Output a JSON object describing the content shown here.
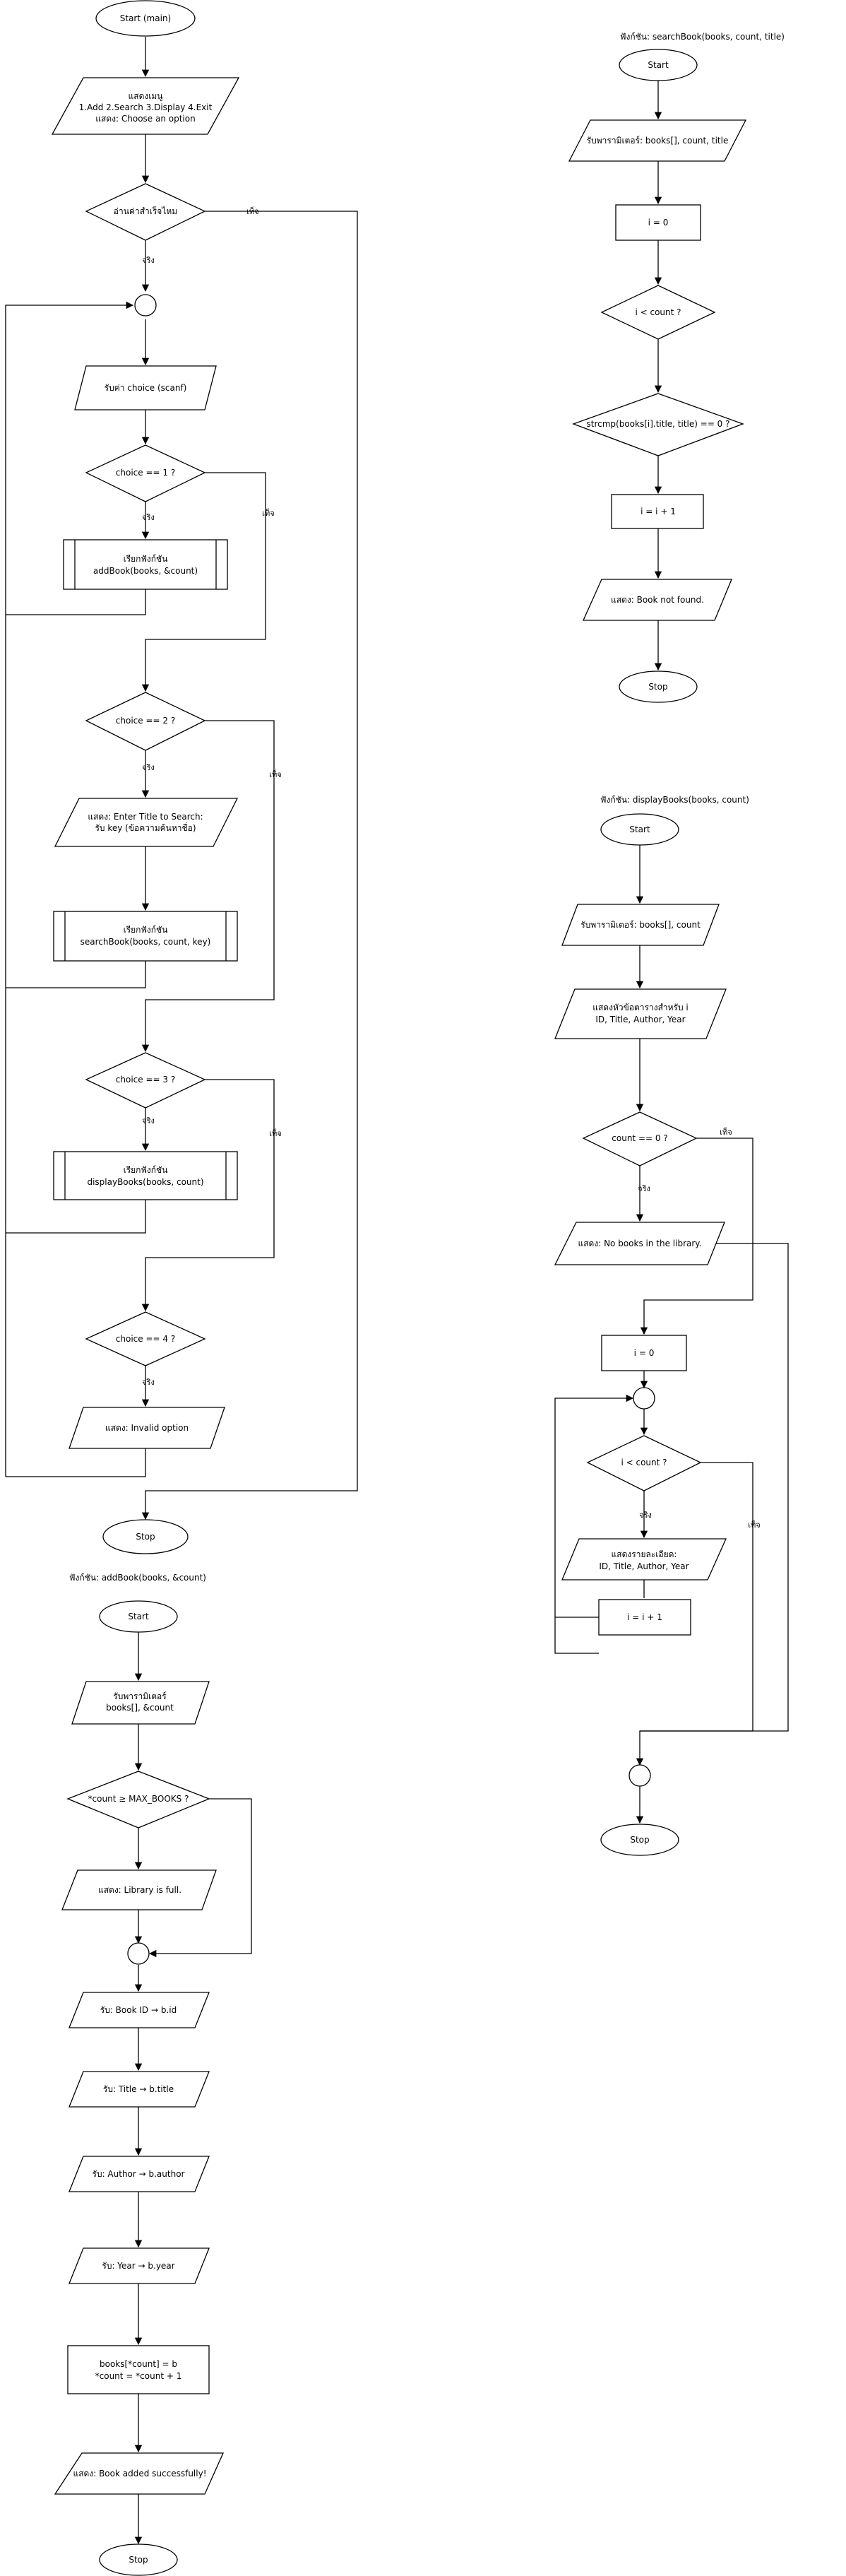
{
  "colors": {
    "stroke": "#000000",
    "fill": "#ffffff",
    "background": "#ffffff"
  },
  "main": {
    "start": "Start (main)",
    "menu_l1": "แสดงเมนู",
    "menu_l2": "1.Add 2.Search 3.Display 4.Exit",
    "menu_l3": "แสดง: Choose an option",
    "loop_cond": "อ่านค่าสำเร็จไหม",
    "read_choice": "รับค่า choice (scanf)",
    "c1": "choice == 1 ?",
    "call_add_l1": "เรียกฟังก์ชัน",
    "call_add_l2": "addBook(books, &count)",
    "c2": "choice == 2 ?",
    "search_prompt_l1": "แสดง: Enter Title to Search:",
    "search_prompt_l2": "รับ key (ข้อความค้นหาชื่อ)",
    "call_search_l1": "เรียกฟังก์ชัน",
    "call_search_l2": "searchBook(books, count, key)",
    "c3": "choice == 3 ?",
    "call_display_l1": "เรียกฟังก์ชัน",
    "call_display_l2": "displayBooks(books, count)",
    "c4": "choice == 4 ?",
    "invalid": "แสดง: Invalid option",
    "stop": "Stop",
    "yes": "จริง",
    "no": "เท็จ"
  },
  "add": {
    "title": "ฟังก์ชัน: addBook(books, &count)",
    "start": "Start",
    "params_l1": "รับพารามิเตอร์",
    "params_l2": "books[], &count",
    "cond": "*count ≥ MAX_BOOKS ?",
    "full": "แสดง: Library is full.",
    "in_id": "รับ: Book ID → b.id",
    "in_title": "รับ: Title → b.title",
    "in_author": "รับ: Author → b.author",
    "in_year": "รับ: Year → b.year",
    "assign_l1": "books[*count] = b",
    "assign_l2": "*count = *count + 1",
    "success": "แสดง: Book added successfully!",
    "stop": "Stop"
  },
  "search": {
    "title": "ฟังก์ชัน: searchBook(books, count, title)",
    "start": "Start",
    "params": "รับพารามิเตอร์: books[], count, title",
    "init": "i = 0",
    "cond": "i < count ?",
    "cmp": "strcmp(books[i].title, title) == 0 ?",
    "inc": "i = i + 1",
    "not_found": "แสดง: Book not found.",
    "stop": "Stop"
  },
  "display": {
    "title": "ฟังก์ชัน: displayBooks(books, count)",
    "start": "Start",
    "params": "รับพารามิเตอร์: books[], count",
    "header_l1": "แสดงหัวข้อตารางสำหรับ i",
    "header_l2": "ID, Title, Author, Year",
    "cond0": "count == 0 ?",
    "no_books": "แสดง: No books in the library.",
    "init": "i = 0",
    "cond": "i < count ?",
    "row_l1": "แสดงรายละเอียด:",
    "row_l2": "ID, Title, Author, Year",
    "inc": "i = i + 1",
    "stop": "Stop",
    "yes": "จริง",
    "no": "เท็จ"
  }
}
